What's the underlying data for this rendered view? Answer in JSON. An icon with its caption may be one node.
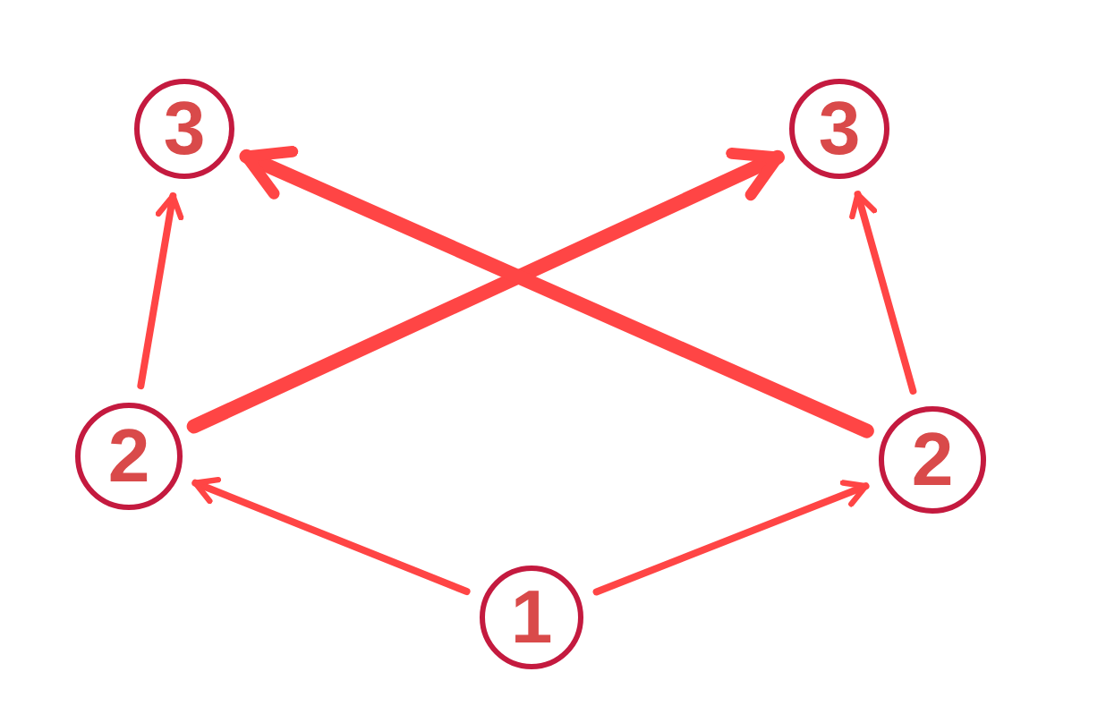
{
  "diagram": {
    "nodes": [
      {
        "text": [
          "3"
        ]
      },
      {
        "text": [
          "3"
        ]
      },
      {
        "text": [
          "2"
        ]
      },
      {
        "text": [
          "2"
        ]
      },
      {
        "text": [
          "1"
        ]
      }
    ],
    "edges": [
      {
        "from": 4,
        "to": 2,
        "arrow": "to"
      },
      {
        "from": 4,
        "to": 3,
        "arrow": "to"
      },
      {
        "from": 2,
        "to": 0,
        "arrow": "to"
      },
      {
        "from": 3,
        "to": 1,
        "arrow": "to"
      },
      {
        "from": 2,
        "to": 1,
        "arrow": "to",
        "style": "thick"
      },
      {
        "from": 3,
        "to": 0,
        "arrow": "to",
        "style": "thick"
      }
    ]
  }
}
